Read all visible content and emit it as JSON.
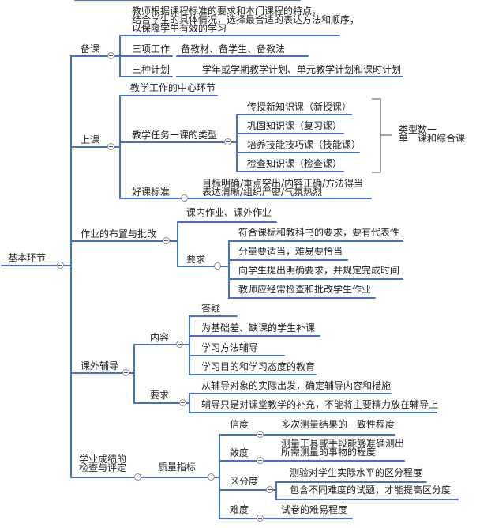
{
  "root": "基本环节",
  "beike": {
    "label": "备课",
    "intro": [
      "教师根据课程标准的要求和本门课程的特点，",
      "结合学生的具体情况，选择最合适的表达方法和顺序，",
      "以保障学生有效的学习"
    ],
    "sanxiang": "三项工作",
    "sanxiang_detail": "备教材、备学生、备教法",
    "sanzhong": "三种计划",
    "sanzhong_detail": "学年或学期教学计划、单元教学计划和课时计划"
  },
  "shangke": {
    "label": "上课",
    "center": "教学工作的中心环节",
    "renwu": "教学任务一课的类型",
    "types": [
      "传授新知识课（新授课）",
      "巩固知识课（复习课）",
      "培养技能技巧课（技能课）",
      "检查知识课（检查课）"
    ],
    "type_summary": [
      "类型数一",
      "单一课和综合课"
    ],
    "haoke": "好课标准",
    "haoke_detail": [
      "目标明确/重点突出/内容正确/方法得当",
      "表达清晰/组织严密/气氛热烈"
    ]
  },
  "zuoye": {
    "label": "作业的布置与批改",
    "neiwai": "课内作业、课外作业",
    "yaoqiu": "要求",
    "reqs": [
      "符合课标和教科书的要求，要有代表性",
      "分量要适当，难易要恰当",
      "向学生提出明确要求，并规定完成时间",
      "教师应经常检查和批改学生作业"
    ]
  },
  "fudao": {
    "label": "课外辅导",
    "neirong": "内容",
    "contents": [
      "答疑",
      "为基础差、缺课的学生补课",
      "学习方法辅导",
      "学习目的和学习态度的教育"
    ],
    "yaoqiu": "要求",
    "reqs": [
      "从辅导对象的实际出发，确定辅导内容和措施",
      "辅导只是对课堂教学的补充，不能将主要精力放在辅导上"
    ]
  },
  "pingding": {
    "label": [
      "学业成绩的",
      "检查与评定"
    ],
    "zhiliang": "质量指标",
    "xindu": "信度",
    "xindu_detail": "多次测量结果的一致性程度",
    "xiaodu": "效度",
    "xiaodu_detail": [
      "测量工具或手段能够准确测出",
      "所需测量的事物的程度"
    ],
    "qufendu": "区分度",
    "qufendu_details": [
      "测验对学生实际水平的区分程度",
      "包含不同难度的试题，才能提高区分度"
    ],
    "nandu": "难度",
    "nandu_detail": "试卷的难易程度"
  },
  "colors": {
    "line": "#4472c4",
    "bracket": "#6f6f6f",
    "text": "#222222"
  }
}
